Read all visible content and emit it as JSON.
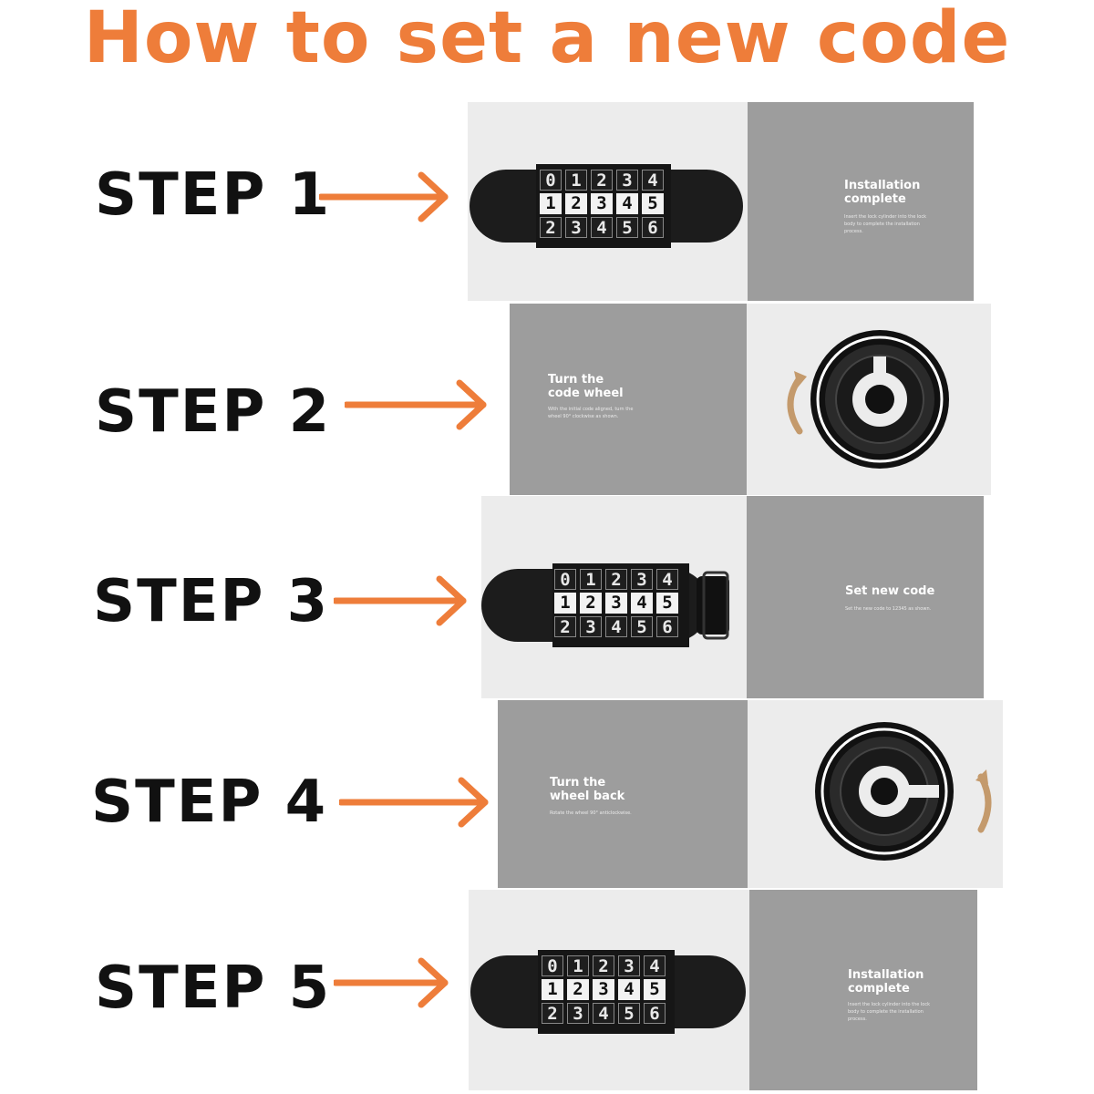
{
  "title": "How to set a new code",
  "colors": {
    "accent": "#ee7d3a",
    "panel_gray": "#9d9d9d",
    "panel_light": "#ececec",
    "arc_tan": "#c49a6c"
  },
  "icons": {
    "arrow": "right-arrow-icon",
    "rotate": "curved-rotate-arrow-icon"
  },
  "steps": [
    {
      "label": "STEP 1",
      "panel_title": "Installation\ncomplete",
      "panel_text": "Insert the lock cylinder into the lock body to complete the installation process.",
      "dials": [
        [
          "0",
          "1",
          "2",
          "3",
          "4"
        ],
        [
          "1",
          "2",
          "3",
          "4",
          "5"
        ],
        [
          "2",
          "3",
          "4",
          "5",
          "6"
        ]
      ]
    },
    {
      "label": "STEP 2",
      "panel_title": "Turn the\ncode wheel",
      "panel_text": "With the initial code aligned, turn the wheel 90° clockwise as shown."
    },
    {
      "label": "STEP 3",
      "panel_title": "Set new code",
      "panel_text": "Set the new code to 12345 as shown.",
      "dials": [
        [
          "0",
          "1",
          "2",
          "3",
          "4"
        ],
        [
          "1",
          "2",
          "3",
          "4",
          "5"
        ],
        [
          "2",
          "3",
          "4",
          "5",
          "6"
        ]
      ]
    },
    {
      "label": "STEP 4",
      "panel_title": "Turn the\nwheel back",
      "panel_text": "Rotate the wheel 90° anticlockwise."
    },
    {
      "label": "STEP 5",
      "panel_title": "Installation\ncomplete",
      "panel_text": "Insert the lock cylinder into the lock body to complete the installation process.",
      "dials": [
        [
          "0",
          "1",
          "2",
          "3",
          "4"
        ],
        [
          "1",
          "2",
          "3",
          "4",
          "5"
        ],
        [
          "2",
          "3",
          "4",
          "5",
          "6"
        ]
      ]
    }
  ]
}
